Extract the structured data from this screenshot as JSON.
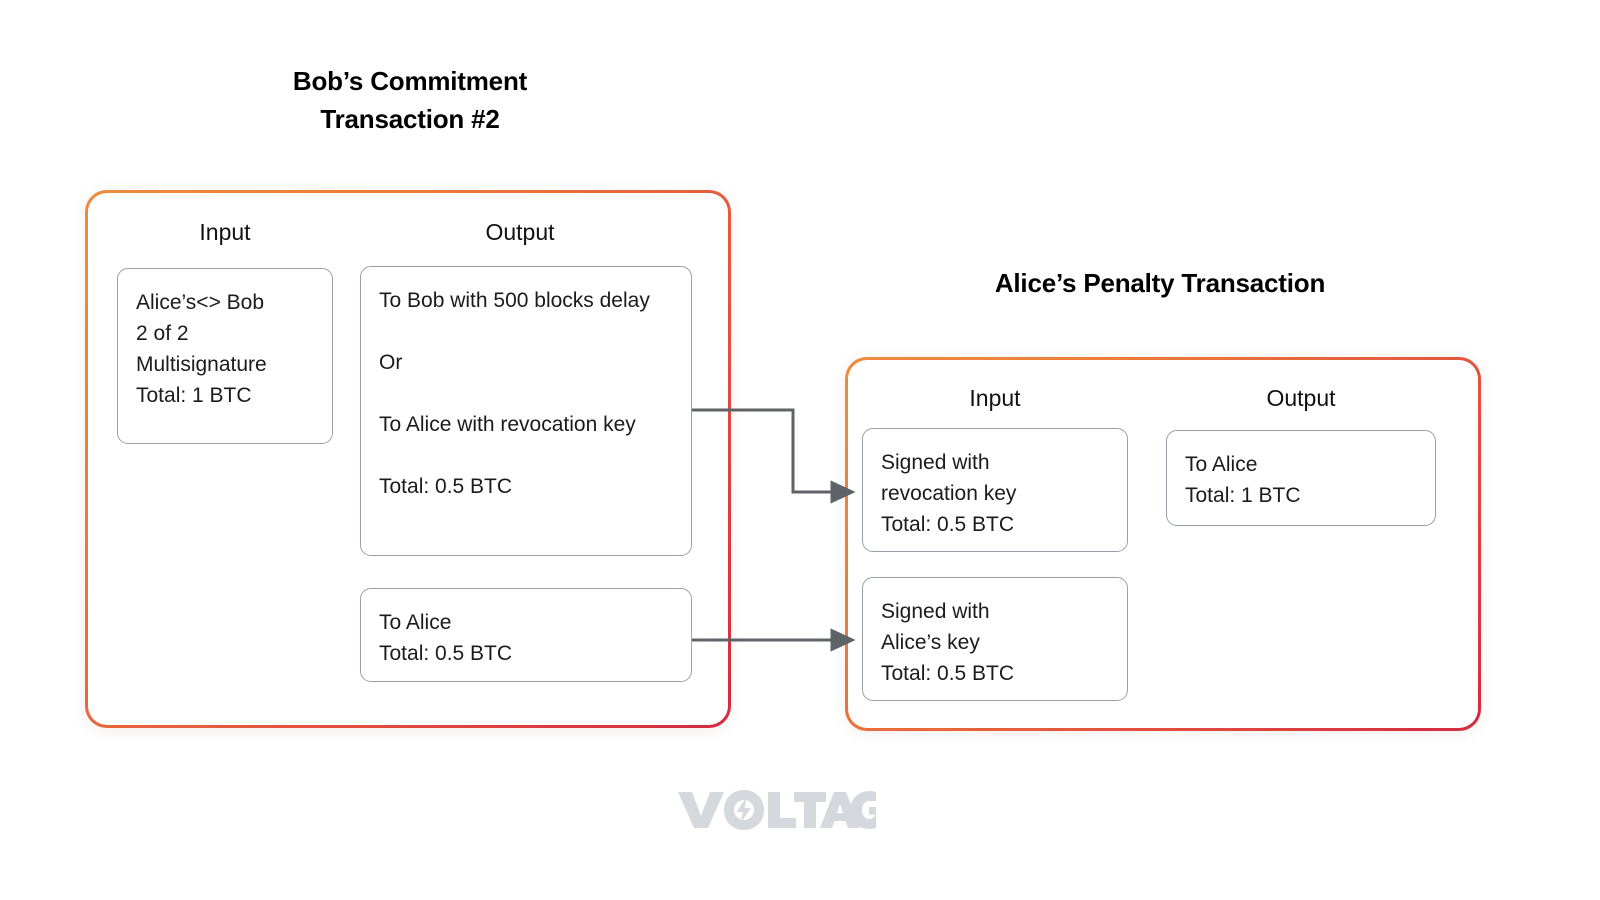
{
  "meta": {
    "accent_orange": "#ef8b3c",
    "accent_red": "#d42a41",
    "card_border": "#9aa0a6",
    "connector_color": "#5f6368",
    "watermark_color": "#d5d8dd",
    "background": "#ffffff"
  },
  "left_panel": {
    "title": "Bob’s Commitment\nTransaction #2",
    "columns": {
      "input_label": "Input",
      "output_label": "Output"
    },
    "input_cards": [
      {
        "name": "multisig-input-card",
        "lines": "Alice’s<> Bob\n2 of 2\nMultisignature\nTotal: 1 BTC"
      }
    ],
    "output_cards": [
      {
        "name": "revocable-output-card",
        "line1": "To Bob with 500 blocks delay",
        "line2": "Or",
        "line3": "To Alice with revocation key",
        "line4": "Total: 0.5 BTC"
      },
      {
        "name": "to-alice-output-card",
        "lines": "To Alice\nTotal: 0.5 BTC"
      }
    ]
  },
  "right_panel": {
    "title": "Alice’s Penalty Transaction",
    "columns": {
      "input_label": "Input",
      "output_label": "Output"
    },
    "input_cards": [
      {
        "name": "revocation-key-input-card",
        "lines": "Signed with\nrevocation key\nTotal: 0.5 BTC"
      },
      {
        "name": "alice-key-input-card",
        "lines": "Signed with\nAlice’s key\nTotal: 0.5 BTC"
      }
    ],
    "output_cards": [
      {
        "name": "penalty-output-card",
        "lines": "To Alice\nTotal: 1 BTC"
      }
    ]
  },
  "connectors": [
    {
      "name": "connector-revocable-to-revocation-input",
      "from": "revocable-output-card",
      "to": "revocation-key-input-card"
    },
    {
      "name": "connector-toalice-to-alicekey-input",
      "from": "to-alice-output-card",
      "to": "alice-key-input-card"
    }
  ],
  "watermark": {
    "brand": "VOLTAGE"
  }
}
